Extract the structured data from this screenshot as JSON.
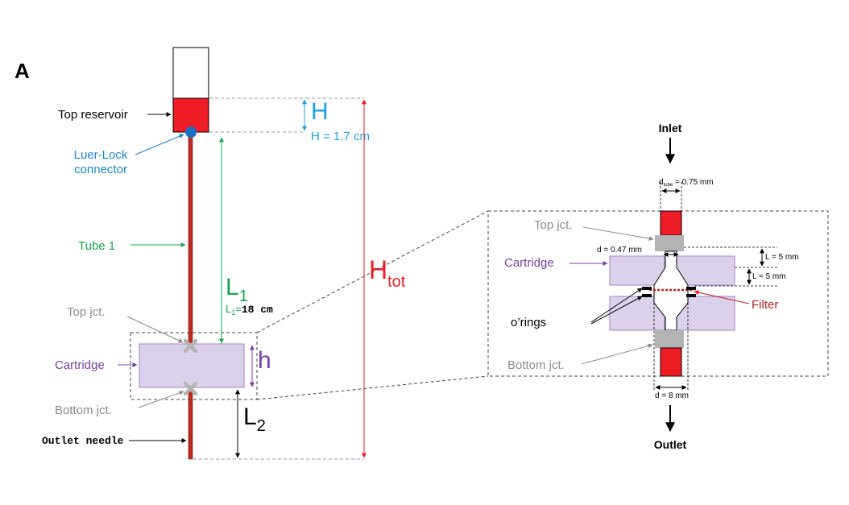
{
  "panel": {
    "letter": "A"
  },
  "colors": {
    "liquid": "#ee1c24",
    "tube": "#c0271f",
    "cartridge_fill": "#dcd1ea",
    "cartridge_stroke": "#9f84c4",
    "connector": "#1f6fc1",
    "junction": "#b3b3b3",
    "gray_text": "#8c8c8c",
    "blue_text": "#1f82c9",
    "cyan": "#1fa2e0",
    "green": "#1aa450",
    "purple": "#7a3ea1",
    "filter": "#b5211e"
  },
  "left": {
    "top_reservoir": "Top reservoir",
    "luer_lock": [
      "Luer-Lock",
      "connector"
    ],
    "tube1": "Tube 1",
    "top_jct": "Top jct.",
    "cartridge": "Cartridge",
    "bottom_jct": "Bottom jct.",
    "outlet_needle": "Outlet needle",
    "H_symbol": "H",
    "H_value": "H = 1.7 cm",
    "L1_symbol": "L",
    "L1_sub": "1",
    "L1_value_pre": "L",
    "L1_value_sub": "1",
    "L1_value_eq": "=",
    "L1_value_num": "18 cm",
    "h_symbol": "h",
    "L2_symbol": "L",
    "L2_sub": "2",
    "Htot_symbol": "H",
    "Htot_sub": "tot"
  },
  "right": {
    "inlet": "Inlet",
    "outlet": "Outlet",
    "d_tube_pre": "d",
    "d_tube_sub": "tube",
    "d_tube_val": " = 0.75 mm",
    "top_jct": "Top jct.",
    "d_047": "d = 0.47 mm",
    "L_5mm_a": "L = 5 mm",
    "L_5mm_b": "L = 5 mm",
    "cartridge": "Cartridge",
    "filter": "Filter",
    "orings": "o’rings",
    "bottom_jct": "Bottom jct.",
    "d_8mm": "d = 8 mm"
  }
}
